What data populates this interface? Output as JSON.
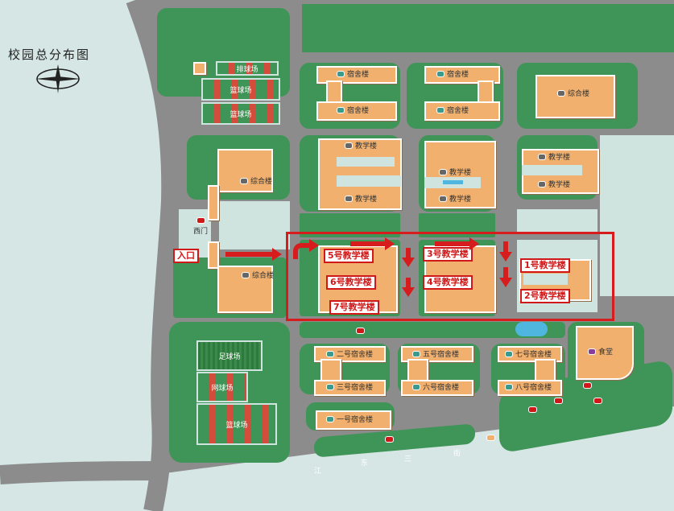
{
  "title": "校园总分布图",
  "compass": {
    "icon": "compass-rose-icon",
    "north": "N"
  },
  "colors": {
    "grass": "#3f9457",
    "road": "#8c8c8c",
    "building": "#f1b06d",
    "route": "#d61c1c",
    "water": "#4fb6e0"
  },
  "gates": {
    "west_gate": "西门",
    "entrance": "入口"
  },
  "road_name": [
    "江",
    "东",
    "三",
    "街"
  ],
  "sports": {
    "volleyball": "排球场",
    "basketball_1": "篮球场",
    "basketball_2": "篮球场",
    "football": "足球场",
    "tennis": "网球场",
    "basketball_3": "篮球场"
  },
  "buildings": {
    "dorm_a1": "宿舍楼",
    "dorm_a2": "宿舍楼",
    "dorm_b1": "宿舍楼",
    "dorm_b2": "宿舍楼",
    "complex_ne": "综合楼",
    "complex_w": "综合楼",
    "complex_sw": "综合楼",
    "teach_a1": "教学楼",
    "teach_a2": "教学楼",
    "teach_b1": "教学楼",
    "teach_b2": "教学楼",
    "teach_c1": "教学楼",
    "teach_c2": "教学楼",
    "canteen": "食堂",
    "dorm_1": "一号宿舍楼",
    "dorm_2": "二号宿舍楼",
    "dorm_3": "三号宿舍楼",
    "dorm_5": "五号宿舍楼",
    "dorm_6": "六号宿舍楼",
    "dorm_7": "七号宿舍楼",
    "dorm_8": "八号宿舍楼"
  },
  "teaching_route": {
    "b1": "1号教学楼",
    "b2": "2号教学楼",
    "b3": "3号教学楼",
    "b4": "4号教学楼",
    "b5": "5号教学楼",
    "b6": "6号教学楼",
    "b7": "7号教学楼"
  }
}
